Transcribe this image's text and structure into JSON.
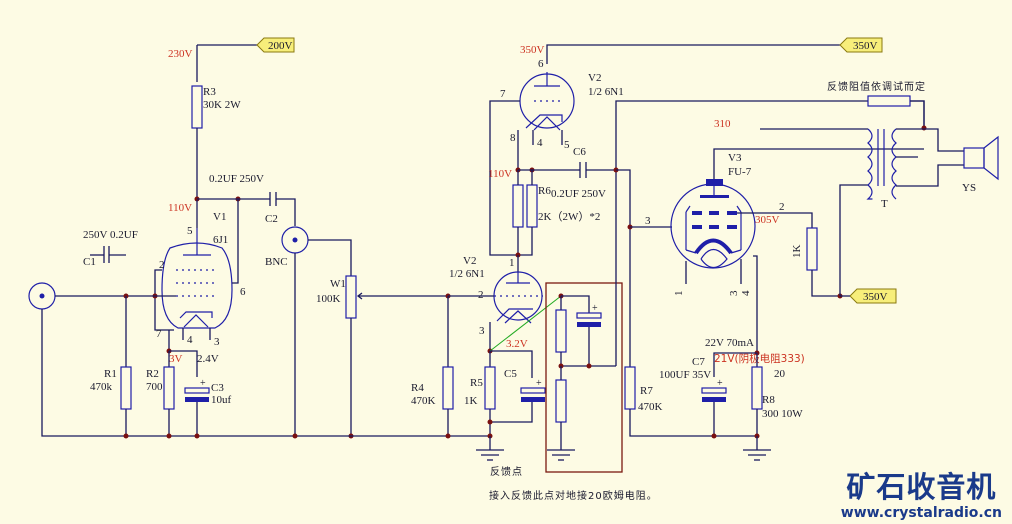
{
  "rails": {
    "v1_supply_flag": "200V",
    "v2_supply_flag": "350V",
    "v3_screen_flag": "350V"
  },
  "voltages": {
    "v1_supply_node": "230V",
    "v1_plate": "110V",
    "v1_cathode": "3V",
    "v1_c3_node": "2.4V",
    "v2_top_plate": "350V",
    "v2_top_cathode": "110V",
    "v2_bottom_cathode": "3.2V",
    "v3_plate": "310",
    "v3_screen": "305V",
    "v3_cathode_note": "21V(阴极电阻333)"
  },
  "components": {
    "R1": {
      "ref": "R1",
      "value": "470k"
    },
    "R2": {
      "ref": "R2",
      "value": "700"
    },
    "R3": {
      "ref": "R3",
      "value": "30K 2W"
    },
    "R4": {
      "ref": "R4",
      "value": "470K"
    },
    "R5": {
      "ref": "R5",
      "value": "1K"
    },
    "R6": {
      "ref": "R6",
      "value": "2K（2W）*2"
    },
    "R7": {
      "ref": "R7",
      "value": "470K"
    },
    "R8": {
      "ref": "R8",
      "value": "300 10W",
      "extra": "20"
    },
    "R_g2": {
      "value": "1K"
    },
    "C1": {
      "ref": "C1",
      "value": "250V 0.2UF"
    },
    "C2": {
      "ref": "C2",
      "value": "0.2UF 250V"
    },
    "C3": {
      "ref": "C3",
      "value": "10uf"
    },
    "C5": {
      "ref": "C5"
    },
    "C6": {
      "ref": "C6",
      "value": "0.2UF 250V"
    },
    "C7": {
      "ref": "C7",
      "value": "100UF 35V",
      "note": "22V 70mA"
    },
    "W1": {
      "ref": "W1",
      "value": "100K"
    },
    "BNC": {
      "ref": "BNC"
    },
    "V1": {
      "ref": "V1",
      "type": "6J1",
      "pins": [
        "5",
        "2",
        "6",
        "7",
        "4",
        "3"
      ]
    },
    "V2a": {
      "ref": "V2",
      "type": "1/2 6N1",
      "pins": [
        "6",
        "7",
        "8",
        "4",
        "5"
      ]
    },
    "V2b": {
      "ref": "V2",
      "type": "1/2 6N1",
      "pins": [
        "1",
        "2",
        "3"
      ]
    },
    "V3": {
      "ref": "V3",
      "type": "FU-7",
      "pins": [
        "3",
        "2",
        "1",
        "3",
        "4"
      ]
    },
    "T": {
      "ref": "T"
    },
    "YS": {
      "ref": "YS"
    }
  },
  "notes": {
    "feedback_resistor": "反馈阻值依调试而定",
    "feedback_point": "反馈点",
    "feedback_instruction": "接入反馈此点对地接20欧姆电阻。"
  },
  "watermark": {
    "brand": "矿石收音机",
    "url": "www.crystalradio.cn"
  },
  "colors": {
    "background": "#fdfbe4",
    "wire": "#1a1a5e",
    "component": "#1f1fa8",
    "voltage_text": "#cc3322",
    "junction": "#7a1010",
    "flag_fill": "#f7ee7a",
    "brand": "#1a3a8a"
  }
}
